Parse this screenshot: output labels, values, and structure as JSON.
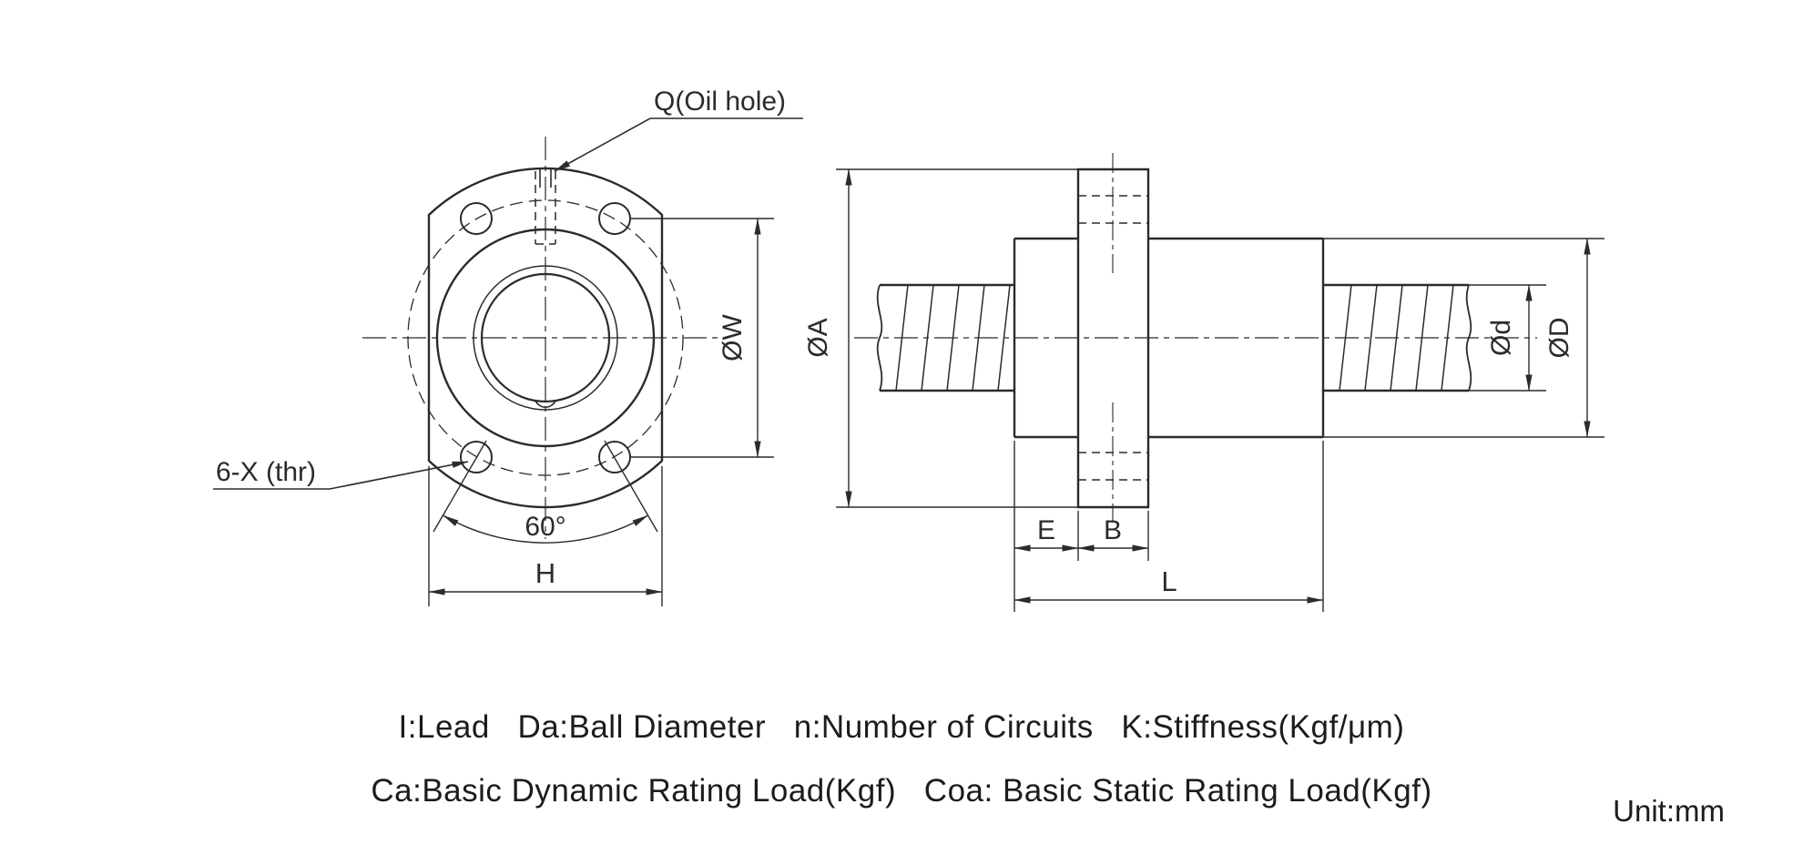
{
  "page": {
    "background": "#ffffff",
    "line_color": "#2b2b2b"
  },
  "views": {
    "front": {
      "labels": {
        "oil_hole": "Q(Oil hole)",
        "thread": "6-X (thr)",
        "angle": "60°",
        "dim_h": "H",
        "dia_w": "ØW"
      }
    },
    "side": {
      "labels": {
        "dia_a": "ØA",
        "dia_d_small": "Ød",
        "dia_d_big": "ØD",
        "dim_e": "E",
        "dim_b": "B",
        "dim_l": "L"
      }
    }
  },
  "legend": {
    "line1": "I:Lead   Da:Ball Diameter   n:Number of Circuits   K:Stiffness(Kgf/μm)",
    "line2": "Ca:Basic Dynamic Rating Load(Kgf)   Coa: Basic Static Rating Load(Kgf)",
    "unit": "Unit:mm"
  }
}
